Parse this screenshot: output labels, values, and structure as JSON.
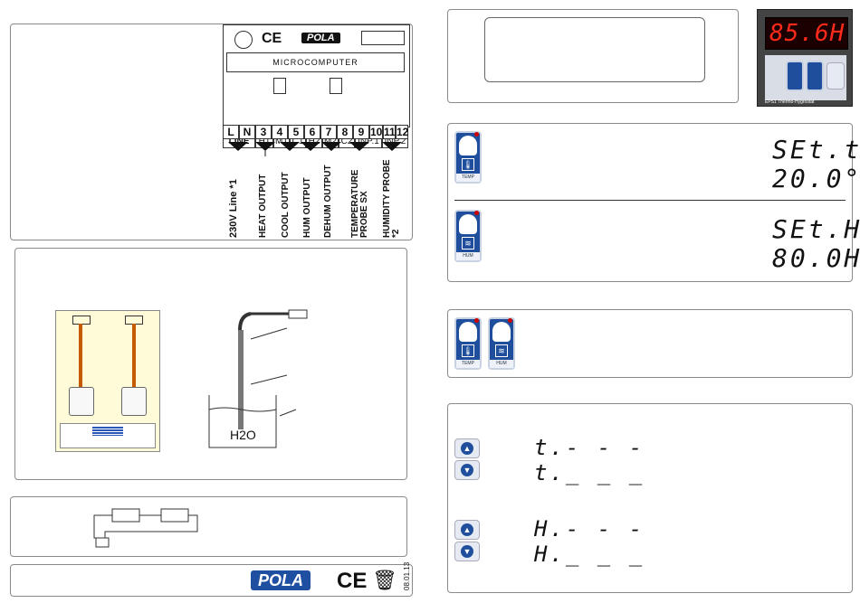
{
  "wiring": {
    "brand": "POLA",
    "ce": "CE",
    "microcomputer": "MICROCOMPUTER",
    "headers": [
      "LINE",
      "H1",
      "M1",
      "C1",
      "H2",
      "M2",
      "C2",
      "INP.1",
      "INP.2"
    ],
    "terminals": [
      "L",
      "N",
      "3",
      "4",
      "5",
      "6",
      "7",
      "8",
      "9",
      "10",
      "11",
      "12"
    ],
    "outputs": [
      "230V Line *1",
      "HEAT OUTPUT",
      "COOL OUTPUT",
      "HUM OUTPUT",
      "DEHUM OUTPUT",
      "TEMPERATURE PROBE SX",
      "HUMIDITY PROBE *2"
    ]
  },
  "probe": {
    "water_label": "H2O"
  },
  "footer": {
    "brand": "POLA",
    "ce": "CE",
    "code": "08.01.13"
  },
  "device": {
    "display": "85.6H",
    "model": "EPS1 Thermo-Hygrostat"
  },
  "setpoints": {
    "temp_button": "TEMP",
    "hum_button": "HUM",
    "temp_label": "SEt.t",
    "temp_value": "20.0°",
    "hum_label": "SEt.H",
    "hum_value": "80.0H"
  },
  "buttons_panel": {
    "temp": "TEMP",
    "hum": "HUM"
  },
  "alarms": {
    "t_high": "t.- - -",
    "t_low": "t._ _ _",
    "h_high": "H.- - -",
    "h_low": "H._ _ _"
  },
  "colors": {
    "button_blue": "#1f4f9c",
    "led_red": "#ff2a1a",
    "brand_blue": "#1e4fa0"
  }
}
